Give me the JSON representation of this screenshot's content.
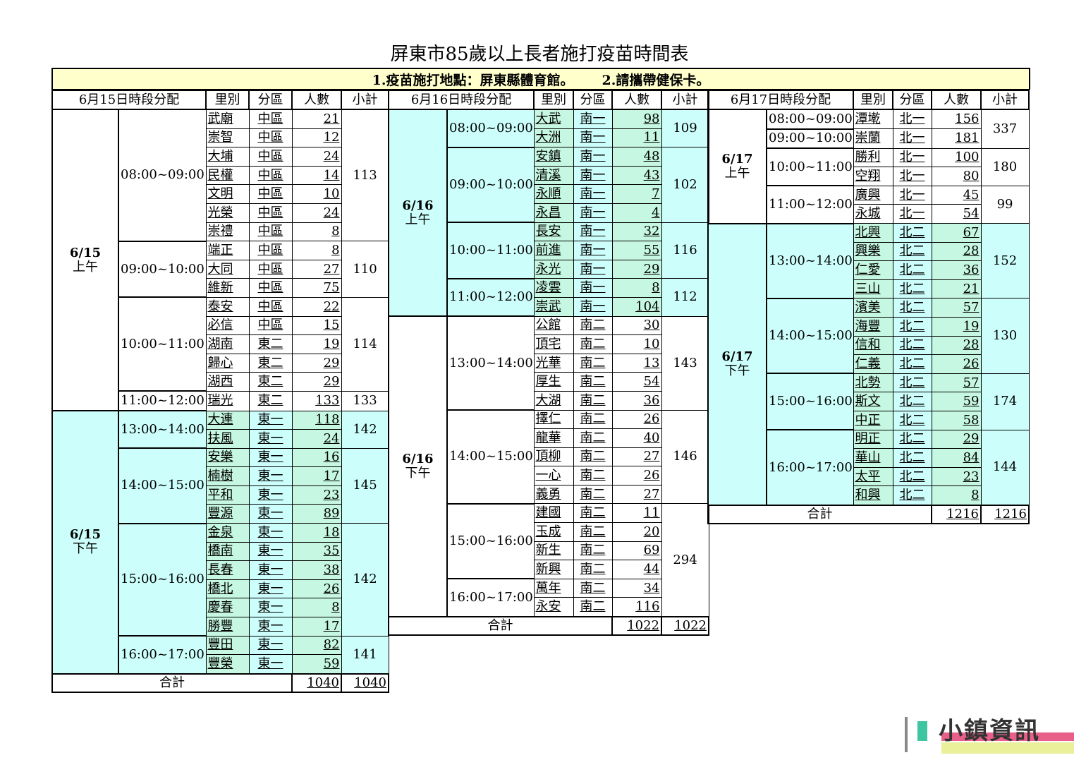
{
  "title": "屏東市85歲以上長者施打疫苗時間表",
  "banner": {
    "note1": "1.疫苗施打地點：屏東縣體育館。",
    "note2": "2.請攜帶健保卡。"
  },
  "columns": [
    "里別",
    "分區",
    "人數",
    "小計"
  ],
  "total_label": "合計",
  "days": [
    {
      "header": "6月15日時段分配",
      "total": "1040",
      "total_sub": "1040",
      "blocks": [
        {
          "date": "6/15",
          "period": "上午",
          "cyan": false,
          "slots": [
            {
              "time": "08:00~09:00",
              "subtotal": "113",
              "rows": [
                [
                  "武廟",
                  "中區",
                  "21"
                ],
                [
                  "崇智",
                  "中區",
                  "12"
                ],
                [
                  "大埔",
                  "中區",
                  "24"
                ],
                [
                  "民權",
                  "中區",
                  "14"
                ],
                [
                  "文明",
                  "中區",
                  "10"
                ],
                [
                  "光榮",
                  "中區",
                  "24"
                ],
                [
                  "崇禮",
                  "中區",
                  "8"
                ]
              ]
            },
            {
              "time": "09:00~10:00",
              "subtotal": "110",
              "rows": [
                [
                  "端正",
                  "中區",
                  "8"
                ],
                [
                  "大同",
                  "中區",
                  "27"
                ],
                [
                  "維新",
                  "中區",
                  "75"
                ]
              ]
            },
            {
              "time": "10:00~11:00",
              "subtotal": "114",
              "rows": [
                [
                  "泰安",
                  "中區",
                  "22"
                ],
                [
                  "必信",
                  "中區",
                  "15"
                ],
                [
                  "湖南",
                  "東二",
                  "19"
                ],
                [
                  "歸心",
                  "東二",
                  "29"
                ],
                [
                  "湖西",
                  "東二",
                  "29"
                ]
              ]
            },
            {
              "time": "11:00~12:00",
              "subtotal": "133",
              "rows": [
                [
                  "瑞光",
                  "東二",
                  "133"
                ]
              ]
            }
          ]
        },
        {
          "date": "6/15",
          "period": "下午",
          "cyan": true,
          "slots": [
            {
              "time": "13:00~14:00",
              "subtotal": "142",
              "rows": [
                [
                  "大連",
                  "東一",
                  "118"
                ],
                [
                  "扶風",
                  "東一",
                  "24"
                ]
              ]
            },
            {
              "time": "14:00~15:00",
              "subtotal": "145",
              "rows": [
                [
                  "安樂",
                  "東一",
                  "16"
                ],
                [
                  "楠樹",
                  "東一",
                  "17"
                ],
                [
                  "平和",
                  "東一",
                  "23"
                ],
                [
                  "豐源",
                  "東一",
                  "89"
                ]
              ]
            },
            {
              "time": "15:00~16:00",
              "subtotal": "142",
              "rows": [
                [
                  "金泉",
                  "東一",
                  "18"
                ],
                [
                  "橋南",
                  "東一",
                  "35"
                ],
                [
                  "長春",
                  "東一",
                  "38"
                ],
                [
                  "橋北",
                  "東一",
                  "26"
                ],
                [
                  "慶春",
                  "東一",
                  "8"
                ],
                [
                  "勝豐",
                  "東一",
                  "17"
                ]
              ]
            },
            {
              "time": "16:00~17:00",
              "subtotal": "141",
              "rows": [
                [
                  "豐田",
                  "東一",
                  "82"
                ],
                [
                  "豐榮",
                  "東一",
                  "59"
                ]
              ]
            }
          ]
        }
      ]
    },
    {
      "header": "6月16日時段分配",
      "total": "1022",
      "total_sub": "1022",
      "blocks": [
        {
          "date": "6/16",
          "period": "上午",
          "cyan": true,
          "slots": [
            {
              "time": "08:00~09:00",
              "subtotal": "109",
              "rows": [
                [
                  "大武",
                  "南一",
                  "98"
                ],
                [
                  "大洲",
                  "南一",
                  "11"
                ]
              ]
            },
            {
              "time": "09:00~10:00",
              "subtotal": "102",
              "rows": [
                [
                  "安鎮",
                  "南一",
                  "48"
                ],
                [
                  "清溪",
                  "南一",
                  "43"
                ],
                [
                  "永順",
                  "南一",
                  "7"
                ],
                [
                  "永昌",
                  "南一",
                  "4"
                ]
              ]
            },
            {
              "time": "10:00~11:00",
              "subtotal": "116",
              "rows": [
                [
                  "長安",
                  "南一",
                  "32"
                ],
                [
                  "前進",
                  "南一",
                  "55"
                ],
                [
                  "永光",
                  "南一",
                  "29"
                ]
              ]
            },
            {
              "time": "11:00~12:00",
              "subtotal": "112",
              "rows": [
                [
                  "凌雲",
                  "南一",
                  "8"
                ],
                [
                  "崇武",
                  "南一",
                  "104"
                ]
              ]
            }
          ]
        },
        {
          "date": "6/16",
          "period": "下午",
          "cyan": false,
          "slots": [
            {
              "time": "13:00~14:00",
              "subtotal": "143",
              "rows": [
                [
                  "公館",
                  "南二",
                  "30"
                ],
                [
                  "頂宅",
                  "南二",
                  "10"
                ],
                [
                  "光華",
                  "南二",
                  "13"
                ],
                [
                  "厚生",
                  "南二",
                  "54"
                ],
                [
                  "大湖",
                  "南二",
                  "36"
                ]
              ]
            },
            {
              "time": "14:00~15:00",
              "subtotal": "146",
              "rows": [
                [
                  "擇仁",
                  "南二",
                  "26"
                ],
                [
                  "龍華",
                  "南二",
                  "40"
                ],
                [
                  "頂柳",
                  "南二",
                  "27"
                ],
                [
                  "一心",
                  "南二",
                  "26"
                ],
                [
                  "義勇",
                  "南二",
                  "27"
                ]
              ]
            },
            {
              "time": "15:00~16:00",
              "subtotal": "294",
              "rows": [
                [
                  "建國",
                  "南二",
                  "11"
                ],
                [
                  "玉成",
                  "南二",
                  "20"
                ],
                [
                  "新生",
                  "南二",
                  "69"
                ],
                [
                  "新興",
                  "南二",
                  "44"
                ]
              ]
            },
            {
              "time": "16:00~17:00",
              "subtotal": "",
              "rows": [
                [
                  "萬年",
                  "南二",
                  "34"
                ],
                [
                  "永安",
                  "南二",
                  "116"
                ]
              ]
            }
          ]
        }
      ]
    },
    {
      "header": "6月17日時段分配",
      "total": "1216",
      "total_sub": "1216",
      "blocks": [
        {
          "date": "6/17",
          "period": "上午",
          "cyan": false,
          "slots": [
            {
              "time": "08:00~09:00",
              "subtotal": "337",
              "rows": [
                [
                  "潭墘",
                  "北一",
                  "156"
                ]
              ]
            },
            {
              "time": "09:00~10:00",
              "subtotal": "",
              "rows": [
                [
                  "崇蘭",
                  "北一",
                  "181"
                ]
              ]
            },
            {
              "time": "10:00~11:00",
              "subtotal": "180",
              "rows": [
                [
                  "勝利",
                  "北一",
                  "100"
                ],
                [
                  "空翔",
                  "北一",
                  "80"
                ]
              ]
            },
            {
              "time": "11:00~12:00",
              "subtotal": "99",
              "rows": [
                [
                  "廣興",
                  "北一",
                  "45"
                ],
                [
                  "永城",
                  "北一",
                  "54"
                ]
              ]
            }
          ]
        },
        {
          "date": "6/17",
          "period": "下午",
          "cyan": true,
          "slots": [
            {
              "time": "13:00~14:00",
              "subtotal": "152",
              "rows": [
                [
                  "北興",
                  "北二",
                  "67"
                ],
                [
                  "興樂",
                  "北二",
                  "28"
                ],
                [
                  "仁愛",
                  "北二",
                  "36"
                ],
                [
                  "三山",
                  "北二",
                  "21"
                ]
              ]
            },
            {
              "time": "14:00~15:00",
              "subtotal": "130",
              "rows": [
                [
                  "濱美",
                  "北二",
                  "57"
                ],
                [
                  "海豐",
                  "北二",
                  "19"
                ],
                [
                  "信和",
                  "北二",
                  "28"
                ],
                [
                  "仁義",
                  "北二",
                  "26"
                ]
              ]
            },
            {
              "time": "15:00~16:00",
              "subtotal": "174",
              "rows": [
                [
                  "北勢",
                  "北二",
                  "57"
                ],
                [
                  "斯文",
                  "北二",
                  "59"
                ],
                [
                  "中正",
                  "北二",
                  "58"
                ]
              ]
            },
            {
              "time": "16:00~17:00",
              "subtotal": "144",
              "rows": [
                [
                  "明正",
                  "北二",
                  "29"
                ],
                [
                  "華山",
                  "北二",
                  "84"
                ],
                [
                  "太平",
                  "北二",
                  "23"
                ],
                [
                  "和興",
                  "北二",
                  "8"
                ]
              ]
            }
          ]
        }
      ]
    }
  ],
  "logo": {
    "text": "小鎮資訊"
  }
}
